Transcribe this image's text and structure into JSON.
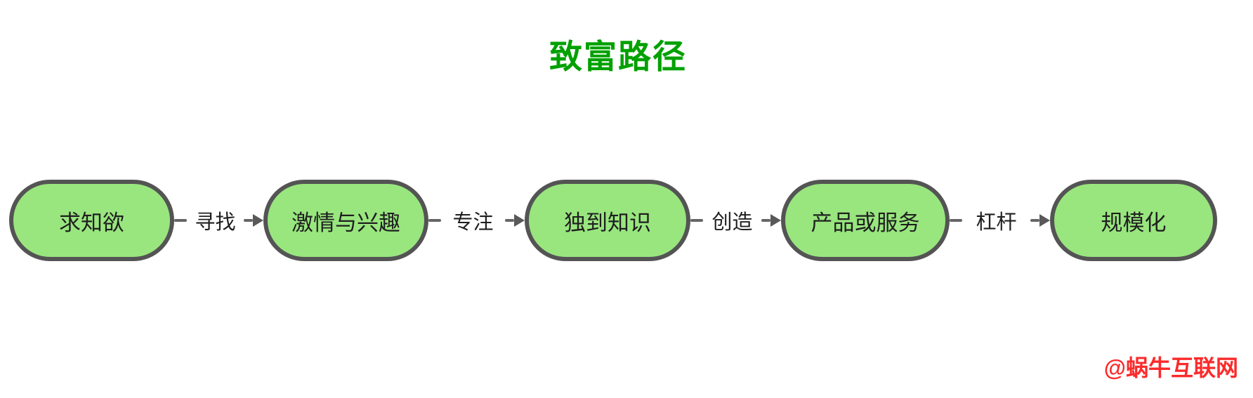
{
  "title": {
    "text": "致富路径",
    "color": "#00a100"
  },
  "flow": {
    "type": "flowchart",
    "direction": "left-to-right",
    "node_fill": "#99e67f",
    "node_border": "#545454",
    "line_color": "#666666",
    "nodes": [
      {
        "label": "求知欲"
      },
      {
        "label": "激情与兴趣"
      },
      {
        "label": "独到知识"
      },
      {
        "label": "产品或服务"
      },
      {
        "label": "规模化"
      }
    ],
    "edges": [
      {
        "from": "求知欲",
        "to": "激情与兴趣",
        "label": "寻找"
      },
      {
        "from": "激情与兴趣",
        "to": "独到知识",
        "label": "专注"
      },
      {
        "from": "独到知识",
        "to": "产品或服务",
        "label": "创造"
      },
      {
        "from": "产品或服务",
        "to": "规模化",
        "label": "杠杆"
      }
    ]
  },
  "watermark": {
    "text": "@蜗牛互联网",
    "color": "#fb2b2b"
  }
}
